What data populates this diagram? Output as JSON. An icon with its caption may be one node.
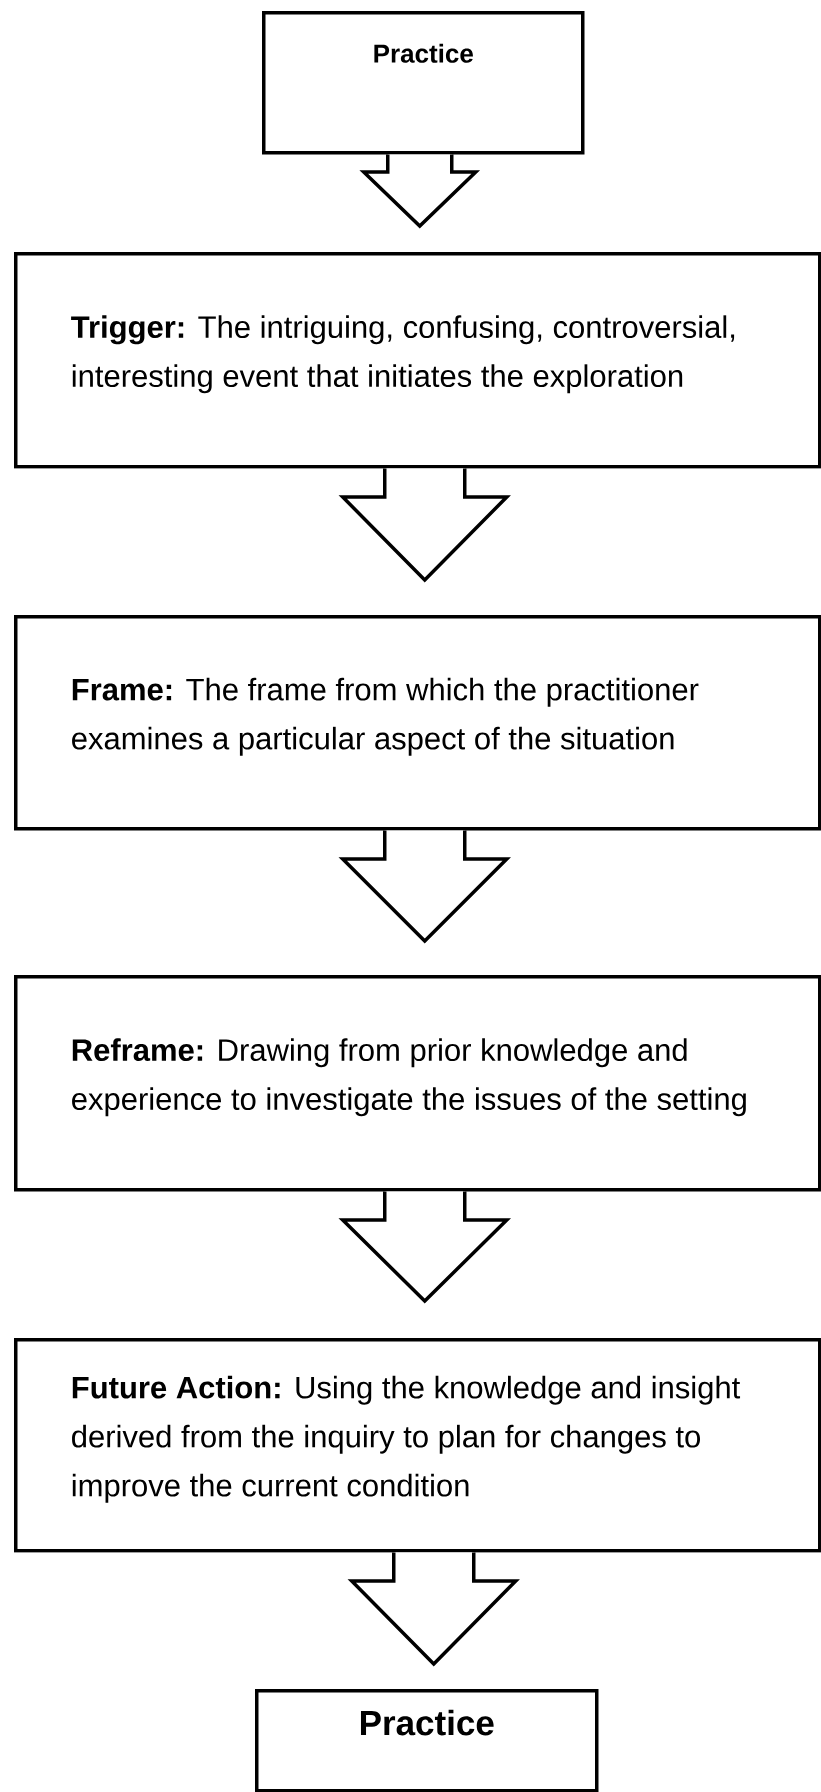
{
  "diagram": {
    "nodes": [
      {
        "text": [
          "Practice"
        ]
      },
      {
        "text": [
          "**Trigger:** The intriguing, confusing, controversial, interesting event that initiates the exploration"
        ]
      },
      {
        "text": [
          "**Frame:** The frame from which the practitioner examines a particular aspect of the situation"
        ]
      },
      {
        "text": [
          "**Reframe:** Drawing from prior knowledge and experience to investigate the issues of the setting"
        ]
      },
      {
        "text": [
          "**Future Action:** Using the knowledge and insight derived from the inquiry to plan for changes to improve the current condition"
        ]
      },
      {
        "text": [
          "Practice"
        ]
      }
    ],
    "edges": [
      {
        "from": 0,
        "to": 1,
        "arrow": "to"
      },
      {
        "from": 1,
        "to": 2,
        "arrow": "to"
      },
      {
        "from": 2,
        "to": 3,
        "arrow": "to"
      },
      {
        "from": 3,
        "to": 4,
        "arrow": "to"
      },
      {
        "from": 4,
        "to": 5,
        "arrow": "to"
      }
    ]
  }
}
